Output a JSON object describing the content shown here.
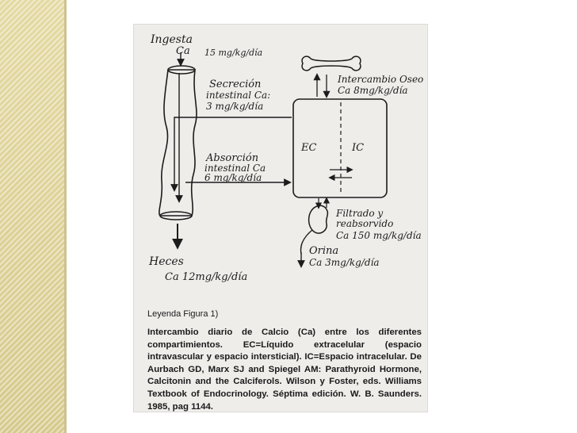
{
  "diagram": {
    "ingesta": "Ingesta",
    "ingesta_ca": "Ca",
    "ingesta_value": "15 mg/kg/día",
    "secrecion_line1": "Secreción",
    "secrecion_line2": "intestinal Ca:",
    "secrecion_line3": "3 mg/kg/día",
    "absorcion_line1": "Absorción",
    "absorcion_line2": "intestinal Ca",
    "absorcion_line3": "6 mg/kg/día",
    "intercambio_line1": "Intercambio Oseo",
    "intercambio_line2": "Ca 8mg/kg/día",
    "ec": "EC",
    "ic": "IC",
    "filtrado_line1": "Filtrado y",
    "filtrado_line2": "reabsorvido",
    "filtrado_line3": "Ca 150 mg/kg/día",
    "orina_line1": "Orina",
    "orina_line2": "Ca 3mg/kg/día",
    "heces_line1": "Heces",
    "heces_line2": "Ca 12mg/kg/día"
  },
  "caption": {
    "legend_title": "Leyenda Figura 1)",
    "text": "Intercambio diario de Calcio (Ca) entre los diferentes compartimientos. EC=Líquido extracelular (espacio intravascular y espacio intersticial). IC=Espacio intracelular. De Aurbach GD, Marx SJ and Spiegel AM: Parathyroid Hormone, Calcitonin and the Calciferols. Wilson y Foster, eds. Williams Textbook of Endocrinology. Séptima edición. W. B. Saunders. 1985, pag 1144."
  },
  "colors": {
    "band": "#d6c98c",
    "scan_background": "#eeedea",
    "ink": "#1c1c1c"
  }
}
